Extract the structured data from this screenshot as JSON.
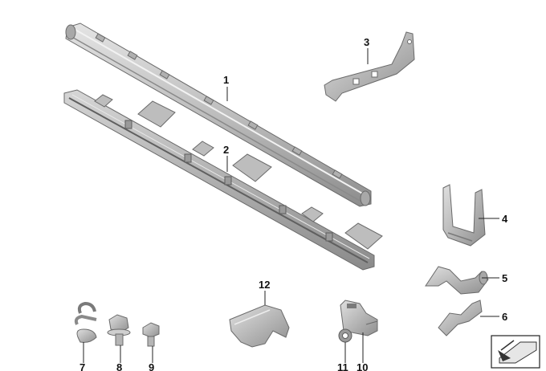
{
  "parts": [
    {
      "id": "1",
      "label": "1"
    },
    {
      "id": "2",
      "label": "2"
    },
    {
      "id": "3",
      "label": "3"
    },
    {
      "id": "4",
      "label": "4"
    },
    {
      "id": "5",
      "label": "5"
    },
    {
      "id": "6",
      "label": "6"
    },
    {
      "id": "7",
      "label": "7"
    },
    {
      "id": "8",
      "label": "8"
    },
    {
      "id": "9",
      "label": "9"
    },
    {
      "id": "10",
      "label": "10"
    },
    {
      "id": "11",
      "label": "11"
    },
    {
      "id": "12",
      "label": "12"
    }
  ],
  "colors": {
    "part_fill": "#c9c9c9",
    "part_shade": "#9a9a9a",
    "part_dark": "#6e6e6e",
    "label": "#111111"
  },
  "icons": {
    "view_indicator": "view-direction-icon"
  }
}
